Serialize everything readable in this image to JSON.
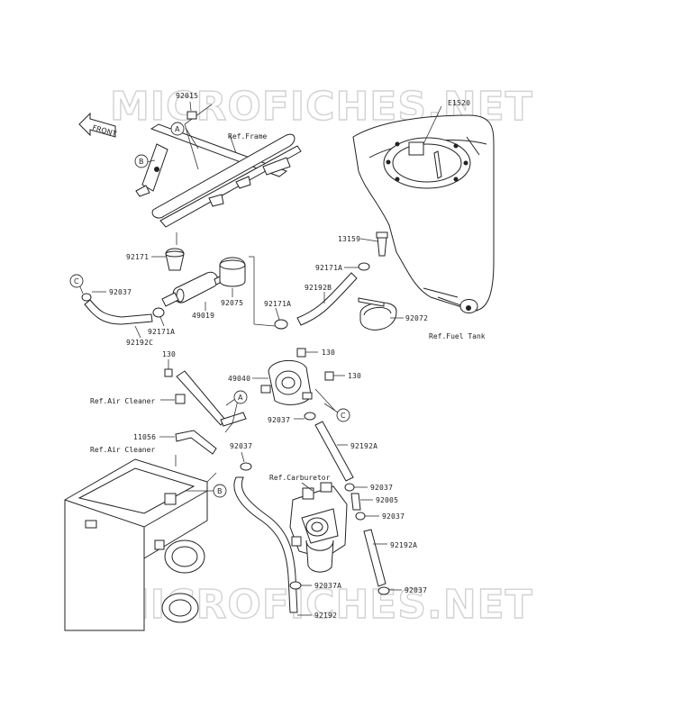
{
  "watermark": "MICROFICHES.NET",
  "front_arrow": "FRONT",
  "section_code": "E1520",
  "references": {
    "frame": "Ref.Frame",
    "fuel_tank": "Ref.Fuel Tank",
    "air_cleaner_1": "Ref.Air Cleaner",
    "air_cleaner_2": "Ref.Air Cleaner",
    "carburetor": "Ref.Carburetor"
  },
  "circle_callouts": [
    "A",
    "B",
    "C",
    "A",
    "C",
    "B"
  ],
  "part_labels": [
    "92015",
    "92171",
    "92037",
    "92171A",
    "92192C",
    "49019",
    "92075",
    "92171A",
    "13159",
    "92171A",
    "92192B",
    "92072",
    "130",
    "130",
    "49040",
    "130",
    "92037",
    "92192A",
    "11056",
    "92037",
    "92037",
    "92005",
    "92037",
    "92192A",
    "92037A",
    "92037",
    "92192"
  ]
}
